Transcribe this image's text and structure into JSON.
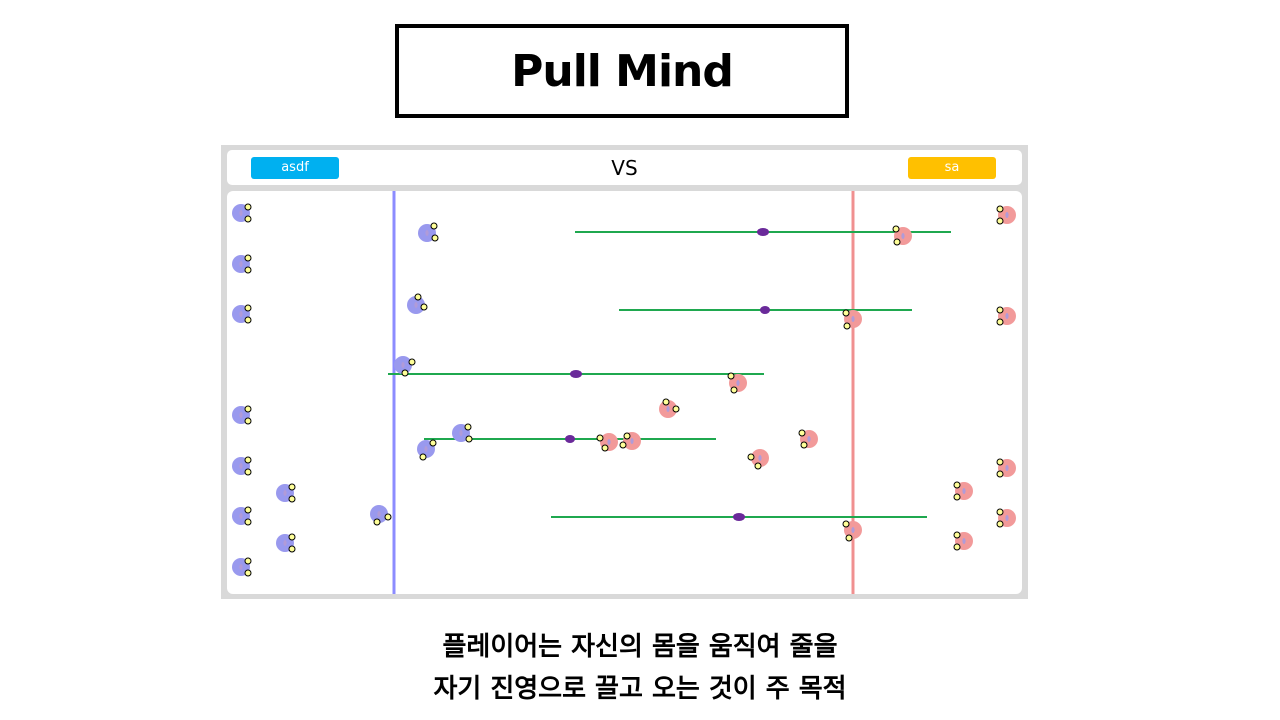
{
  "title": "Pull Mind",
  "header": {
    "left_team": "asdf",
    "vs": "VS",
    "right_team": "sa"
  },
  "colors": {
    "left_team": "#00b0f0",
    "right_team": "#ffc000",
    "blue_player": "#9999ee",
    "red_player": "#f29a9a",
    "blue_line": "#8c8cff",
    "red_line": "#f09090",
    "rope": "#1fa84f",
    "knot": "#6a2a9a",
    "hand": "#ffff99"
  },
  "icons": {
    "player": "round-player-with-hands-icon",
    "knot": "rope-center-knot-icon"
  },
  "caption": {
    "line1": "플레이어는 자신의 몸을 움직여 줄을",
    "line2": "자기 진영으로 끌고 오는 것이 주 목적"
  }
}
